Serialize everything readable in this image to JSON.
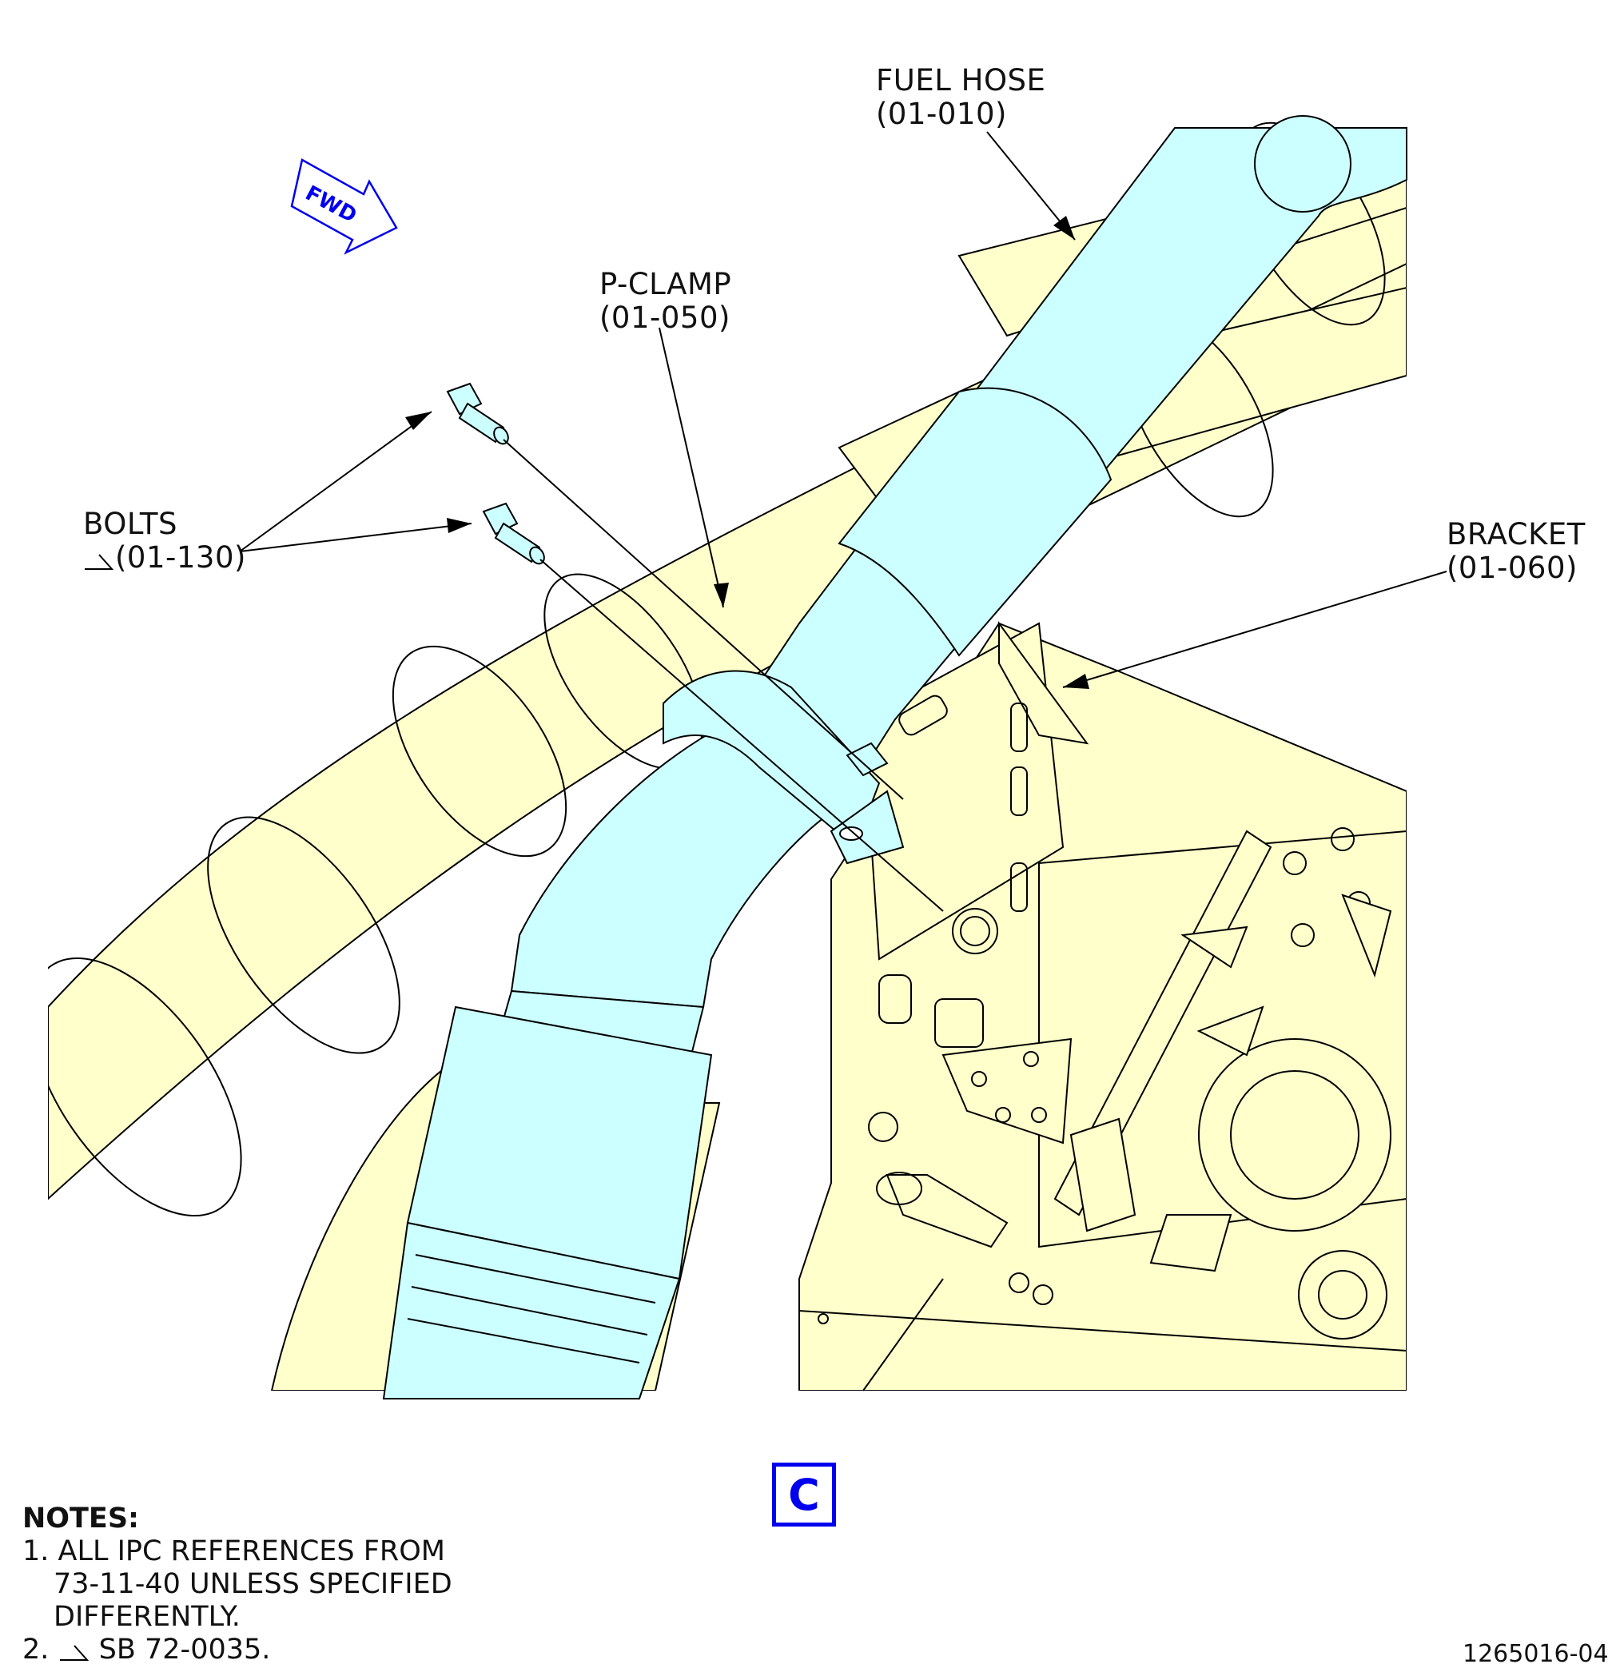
{
  "callouts": {
    "fuel_hose": {
      "name": "FUEL HOSE",
      "ref": "(01-010)"
    },
    "p_clamp": {
      "name": "P-CLAMP",
      "ref": "(01-050)"
    },
    "bolts": {
      "name": "BOLTS",
      "ref": "(01-130)"
    },
    "bracket": {
      "name": "BRACKET",
      "ref": "(01-060)"
    }
  },
  "fwd_arrow": {
    "label": "FWD",
    "color": "#0000ee"
  },
  "view_label": "C",
  "notes": {
    "heading": "NOTES:",
    "note1_line1": "1. ALL IPC REFERENCES FROM",
    "note1_line2": "73-11-40 UNLESS SPECIFIED",
    "note1_line3": "DIFFERENTLY.",
    "note2_num": "2.",
    "note2_text": " SB 72-0035."
  },
  "figure_number": "1265016-04",
  "colors": {
    "hose_fill": "#ccffff",
    "structure_fill": "#ffffcc",
    "line": "#000000",
    "accent_blue": "#0000ee"
  }
}
